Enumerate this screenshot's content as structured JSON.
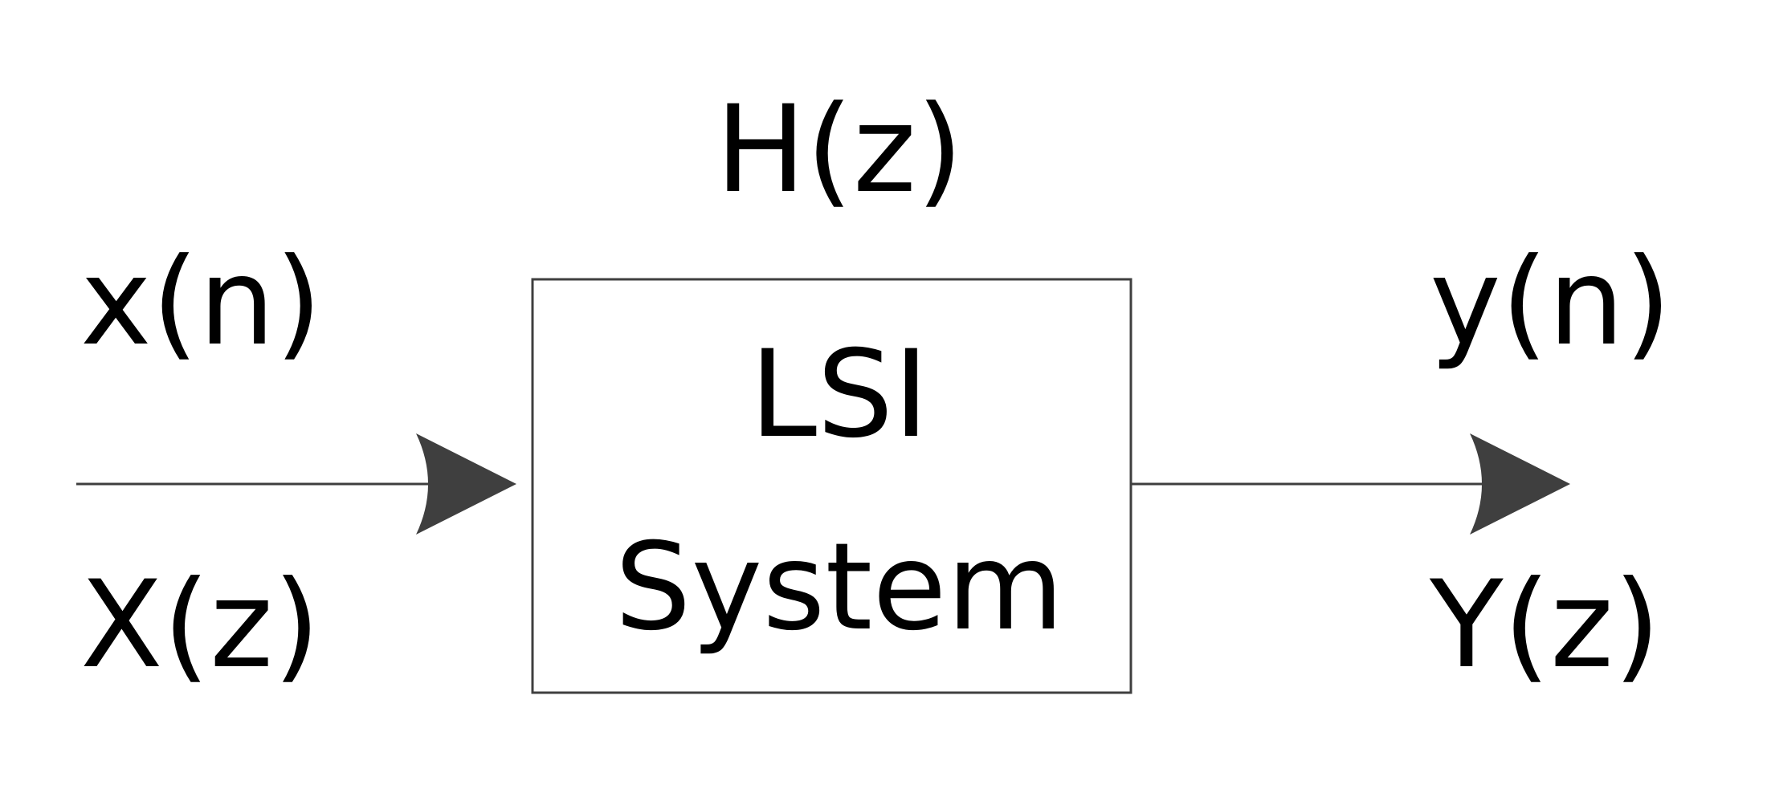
{
  "labels": {
    "transfer_function": "H(z)",
    "input_time": "x(n)",
    "input_z": "X(z)",
    "output_time": "y(n)",
    "output_z": "Y(z)",
    "system_line1": "LSI",
    "system_line2": "System"
  },
  "colors": {
    "stroke": "#3f3f3f",
    "arrowhead": "#3f3f3f",
    "text": "#000000",
    "background": "#ffffff"
  }
}
